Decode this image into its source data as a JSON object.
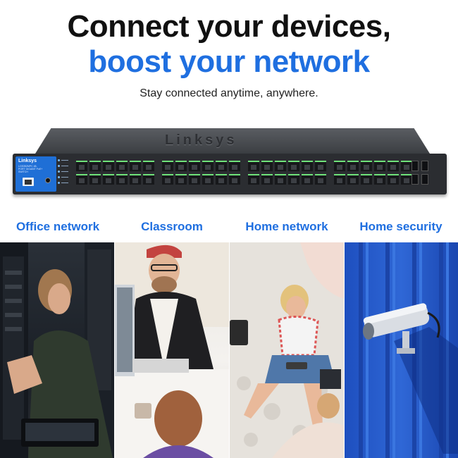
{
  "headline": {
    "line1": "Connect your devices,",
    "line2": "boost your network",
    "tagline": "Stay connected anytime, anywhere."
  },
  "switch": {
    "brand_label": "Linksys",
    "emboss_label": "Linksys",
    "model_label": "LGS352MPC 48-PORT GIGABIT PoE+ SWITCH",
    "port_count": 48,
    "sfp_count": 4
  },
  "categories": [
    {
      "label": "Office network"
    },
    {
      "label": "Classroom"
    },
    {
      "label": "Home network"
    },
    {
      "label": "Home security"
    }
  ],
  "colors": {
    "accent": "#1f6fe0",
    "headline": "#111111",
    "port_led": "#6fe37a",
    "switch_plate": "#1f6fd6"
  }
}
